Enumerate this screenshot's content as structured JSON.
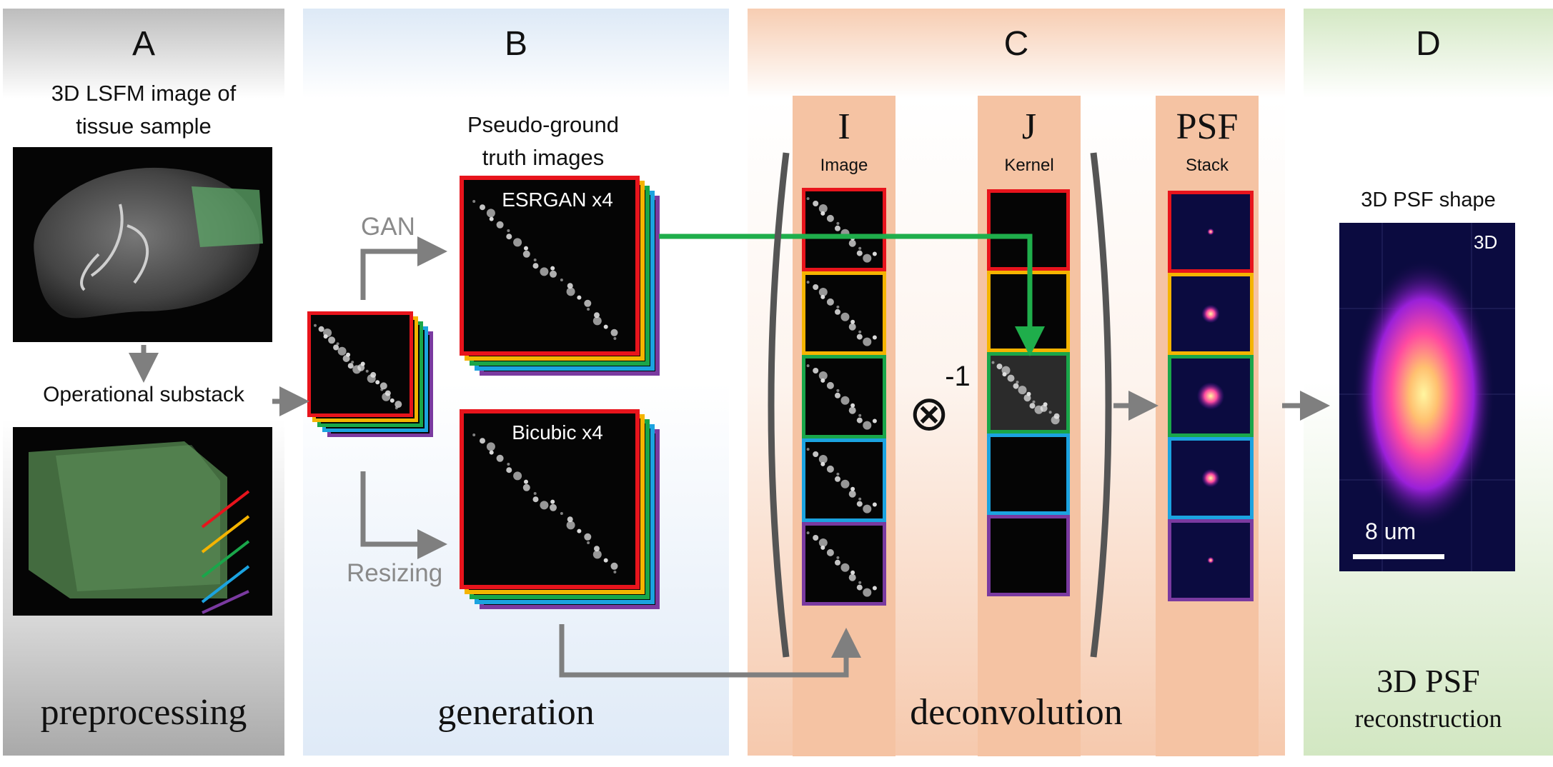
{
  "panels": {
    "a": {
      "letter": "A",
      "caption_line1": "3D LSFM image of",
      "caption_line2": "tissue sample",
      "substack_label": "Operational substack",
      "footer": "preprocessing"
    },
    "b": {
      "letter": "B",
      "pseudo_line1": "Pseudo-ground",
      "pseudo_line2": "truth images",
      "gan_label": "GAN",
      "resizing_label": "Resizing",
      "esrgan_label": "ESRGAN x4",
      "bicubic_label": "Bicubic x4",
      "footer": "generation"
    },
    "c": {
      "letter": "C",
      "col_i_symbol": "I",
      "col_i_sub": "Image",
      "col_j_symbol": "J",
      "col_j_sub": "Kernel",
      "col_psf_symbol": "PSF",
      "col_psf_sub": "Stack",
      "operator": "⊗",
      "exponent": "-1",
      "footer": "deconvolution"
    },
    "d": {
      "letter": "D",
      "title": "3D PSF shape",
      "tag": "3D",
      "scale_label": "8 um",
      "footer_line1": "3D PSF",
      "footer_line2": "reconstruction"
    }
  },
  "stack_colors": [
    "#e8141c",
    "#f5b400",
    "#1aa64a",
    "#1ba3e0",
    "#7a3aa0"
  ],
  "arrow_color": "#7f7f7f",
  "highlight_arrow_color": "#1fae4b"
}
